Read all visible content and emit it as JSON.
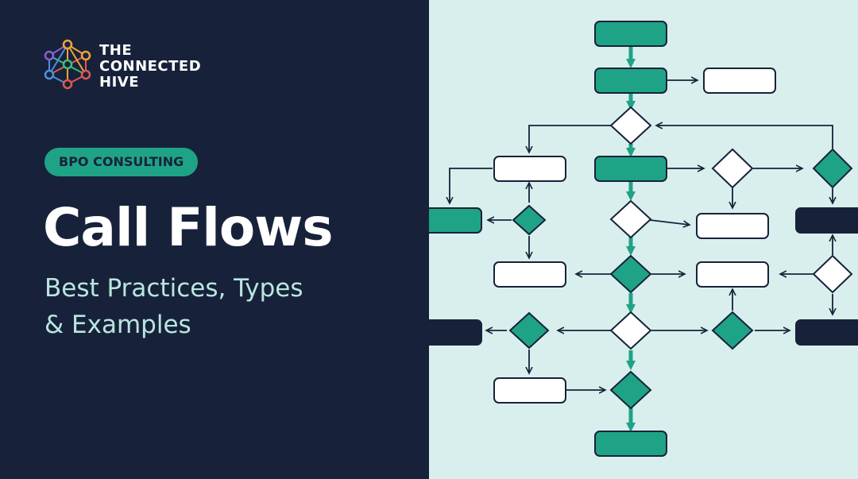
{
  "brand": {
    "line1": "THE",
    "line2": "CONNECTED",
    "line3": "HIVE"
  },
  "badge": "BPO CONSULTING",
  "title": "Call Flows",
  "subtitle": {
    "line1": "Best Practices, Types",
    "line2": "& Examples"
  },
  "colors": {
    "navy": "#17223a",
    "teal": "#1fa387",
    "mint_bg": "#d9efed",
    "white": "#ffffff"
  },
  "icons": {
    "logo": "hive-network-icon"
  }
}
